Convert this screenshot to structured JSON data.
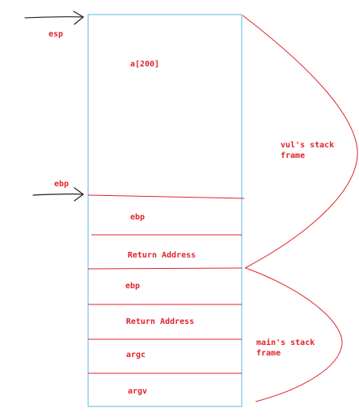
{
  "pointers": {
    "esp": "esp",
    "ebp": "ebp"
  },
  "stack": {
    "cells": [
      {
        "id": "buffer",
        "label": "a[200]"
      },
      {
        "id": "vul-saved-ebp",
        "label": "ebp"
      },
      {
        "id": "vul-return-address",
        "label": "Return Address"
      },
      {
        "id": "main-saved-ebp",
        "label": "ebp"
      },
      {
        "id": "main-return-address",
        "label": "Return Address"
      },
      {
        "id": "argc",
        "label": "argc"
      },
      {
        "id": "argv",
        "label": "argv"
      }
    ]
  },
  "frames": {
    "vul": "vul's stack\nframe",
    "main": "main's stack\nframe"
  },
  "colors": {
    "ink": "#e0242a",
    "stack_border": "#5bb8de",
    "arrow": "#222222"
  }
}
